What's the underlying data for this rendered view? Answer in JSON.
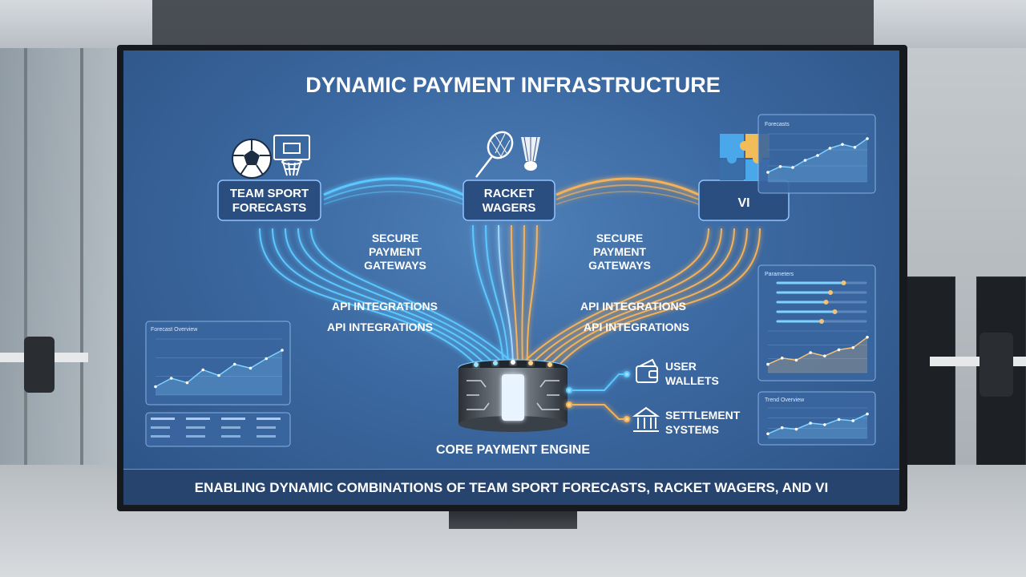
{
  "title": "DYNAMIC PAYMENT INFRASTRUCTURE",
  "nodes": {
    "team": [
      "TEAM SPORT",
      "FORECASTS"
    ],
    "racket": [
      "RACKET",
      "WAGERS"
    ],
    "vi": "VI",
    "core": "CORE PAYMENT ENGINE"
  },
  "labels": {
    "gateway_left": [
      "SECURE",
      "PAYMENT",
      "GATEWAYS"
    ],
    "gateway_right": [
      "SECURE",
      "PAYMENT",
      "GATEWAYS"
    ],
    "api_left": [
      "API INTEGRATIONS",
      "API INTEGRATIONS"
    ],
    "api_right": [
      "API INTEGRATIONS",
      "API INTEGRATIONS"
    ]
  },
  "outputs": {
    "wallets": [
      "USER",
      "WALLETS"
    ],
    "settlement": [
      "SETTLEMENT",
      "SYSTEMS"
    ]
  },
  "footer": "ENABLING DYNAMIC COMBINATIONS OF TEAM SPORT FORECASTS, RACKET WAGERS, AND VI",
  "widgets": {
    "top_right": {
      "title": "Forecasts",
      "line": [
        0.2,
        0.32,
        0.3,
        0.45,
        0.55,
        0.7,
        0.78,
        0.72,
        0.9
      ]
    },
    "left": {
      "title": "Forecast Overview",
      "line": [
        0.15,
        0.3,
        0.22,
        0.45,
        0.35,
        0.55,
        0.48,
        0.65,
        0.8
      ]
    },
    "right_mid": {
      "title": "Parameters",
      "sliders": [
        0.75,
        0.6,
        0.55,
        0.65,
        0.5
      ],
      "line": [
        0.2,
        0.35,
        0.3,
        0.48,
        0.4,
        0.55,
        0.6,
        0.85
      ]
    },
    "right_bottom": {
      "title": "Trend Overview",
      "line": [
        0.15,
        0.35,
        0.3,
        0.5,
        0.45,
        0.62,
        0.58,
        0.8
      ]
    }
  },
  "colors": {
    "blue": "#5cc8ff",
    "gold": "#f2b15a",
    "panel": "#2c4f80",
    "text": "#ffffff"
  }
}
